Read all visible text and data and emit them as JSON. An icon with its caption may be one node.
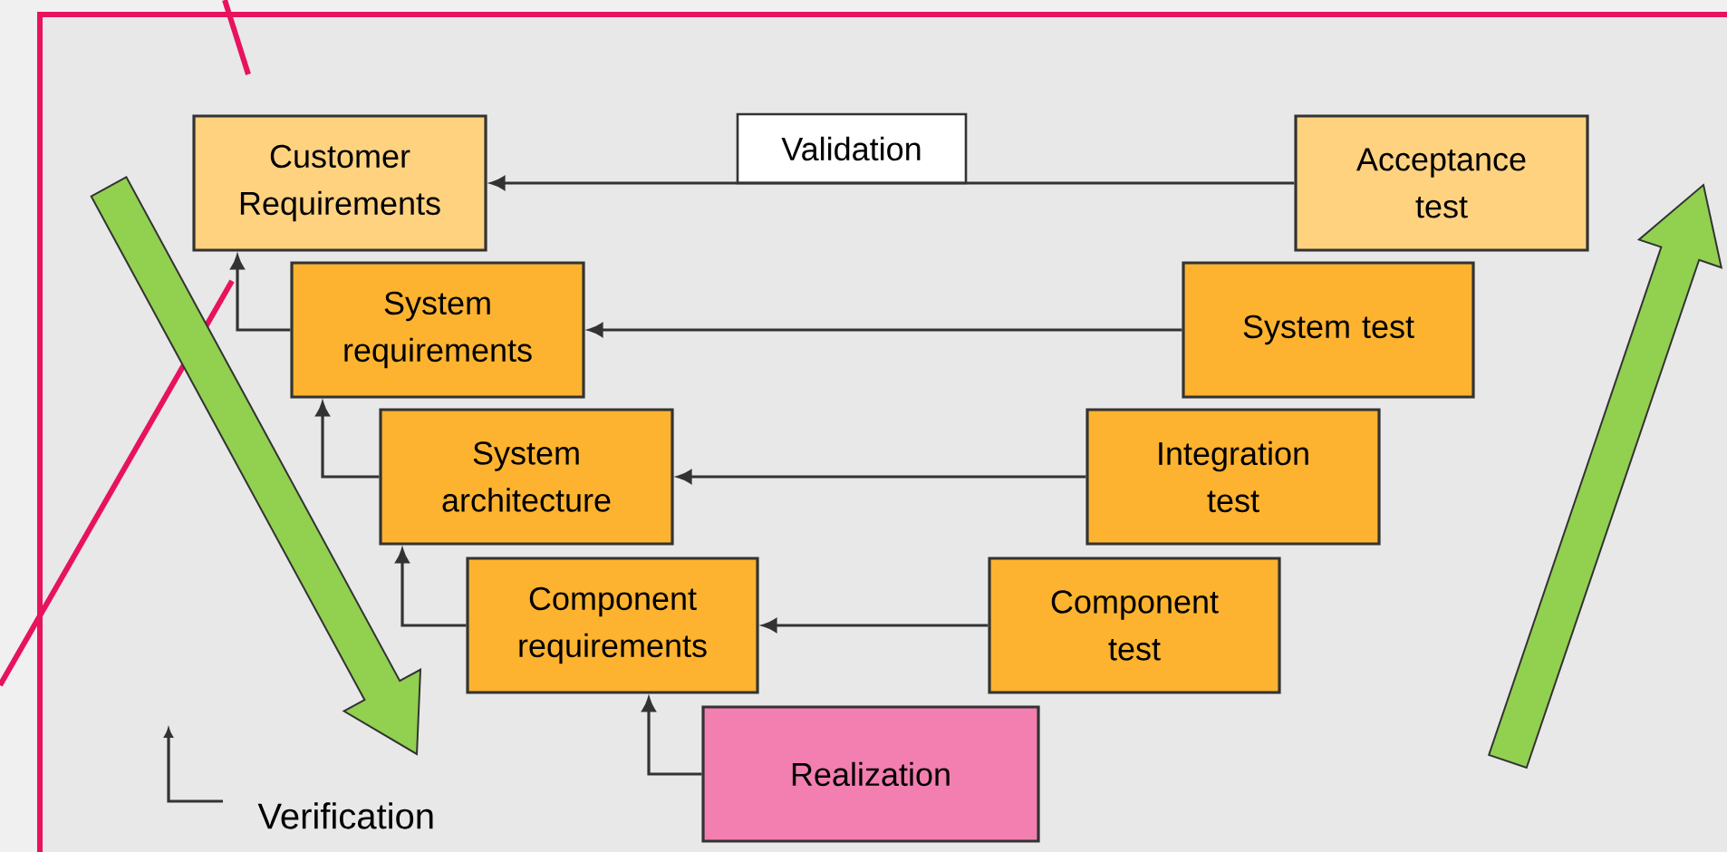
{
  "diagram": {
    "nodes": [
      {
        "text": [
          "Customer Requirements"
        ]
      },
      {
        "text": [
          "Validation"
        ]
      },
      {
        "text": [
          "Acceptance test"
        ]
      },
      {
        "text": [
          "System requirements"
        ]
      },
      {
        "text": [
          "System test"
        ]
      },
      {
        "text": [
          "System architecture"
        ]
      },
      {
        "text": [
          "Integration test"
        ]
      },
      {
        "text": [
          "Component requirements"
        ]
      },
      {
        "text": [
          "Component test"
        ]
      },
      {
        "text": [
          "Realization"
        ]
      }
    ],
    "edges": [
      {
        "from": 2,
        "to": 0,
        "arrow": "to"
      },
      {
        "from": 4,
        "to": 3,
        "arrow": "to"
      },
      {
        "from": 6,
        "to": 5,
        "arrow": "to"
      },
      {
        "from": 8,
        "to": 7,
        "arrow": "to"
      },
      {
        "from": 9,
        "to": 7,
        "arrow": "to"
      },
      {
        "from": 7,
        "to": 5,
        "arrow": "to"
      },
      {
        "from": 5,
        "to": 3,
        "arrow": "to"
      },
      {
        "from": 3,
        "to": 0,
        "arrow": "to"
      }
    ],
    "legend": [
      {
        "text": "Verification"
      }
    ]
  }
}
